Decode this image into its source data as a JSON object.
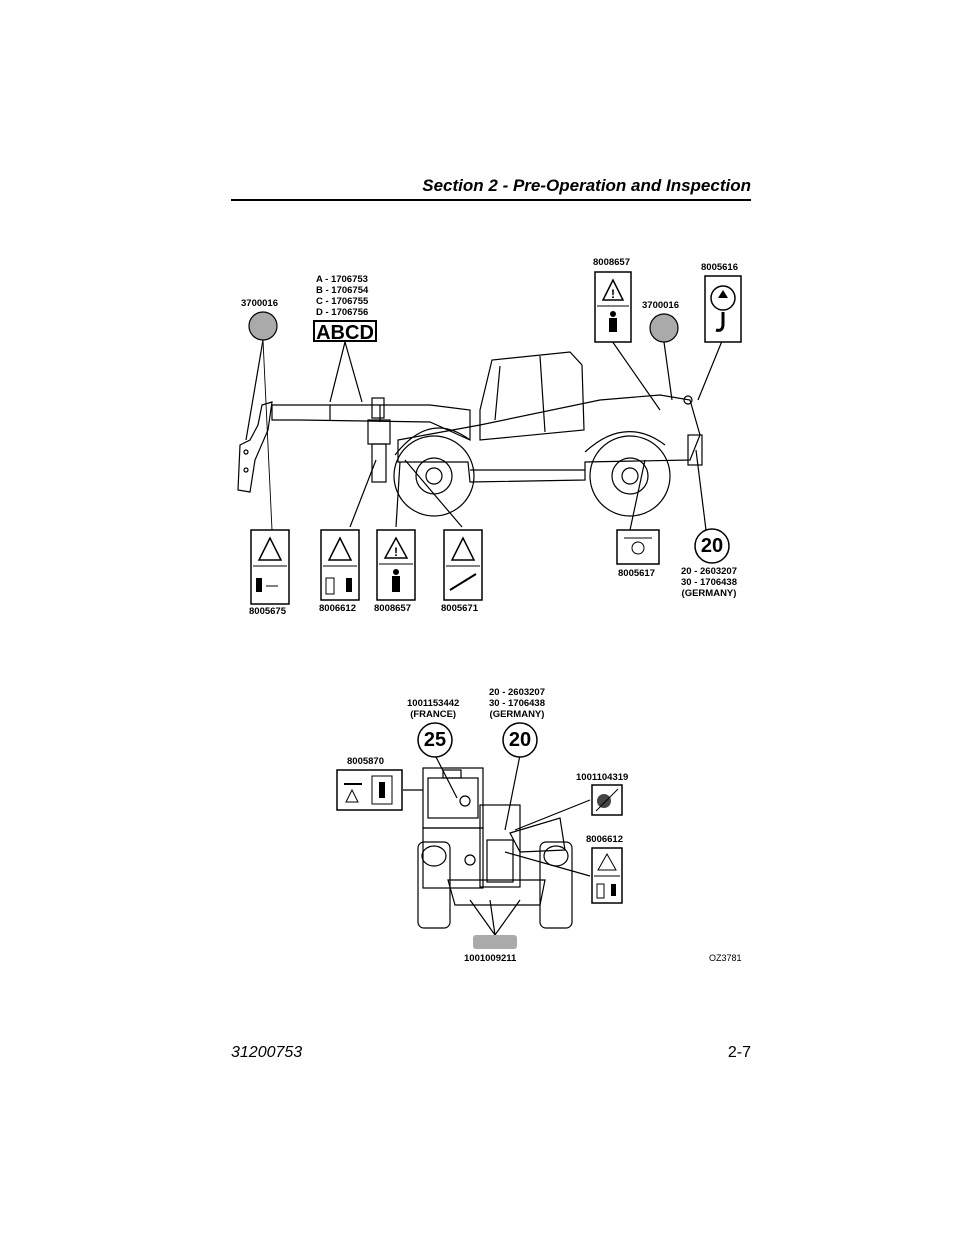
{
  "header": {
    "title": "Section 2 - Pre-Operation and Inspection"
  },
  "top_figure": {
    "boom_decal_codes": [
      "A - 1706753",
      "B - 1706754",
      "C - 1706755",
      "D - 1706756"
    ],
    "boom_decal_letters": "ABCD",
    "label_3700016_left": "3700016",
    "label_3700016_right": "3700016",
    "label_8008657_top": "8008657",
    "label_8005616": "8005616",
    "label_8005675": "8005675",
    "label_8006612": "8006612",
    "label_8008657_bottom": "8008657",
    "label_8005671": "8005671",
    "label_8005617": "8005617",
    "circle_20": "20",
    "label_20_lines": [
      "20 - 2603207",
      "30 - 1706438",
      "(GERMANY)"
    ]
  },
  "bottom_figure": {
    "france_lines": [
      "1001153442",
      "(FRANCE)"
    ],
    "germany_lines": [
      "20 - 2603207",
      "30 - 1706438",
      "(GERMANY)"
    ],
    "circle_25": "25",
    "circle_20": "20",
    "label_8005870": "8005870",
    "label_1001104319": "1001104319",
    "label_8006612": "8006612",
    "label_1001009211": "1001009211",
    "figure_ref": "OZ3781"
  },
  "footer": {
    "doc_number": "31200753",
    "page_number": "2-7"
  }
}
